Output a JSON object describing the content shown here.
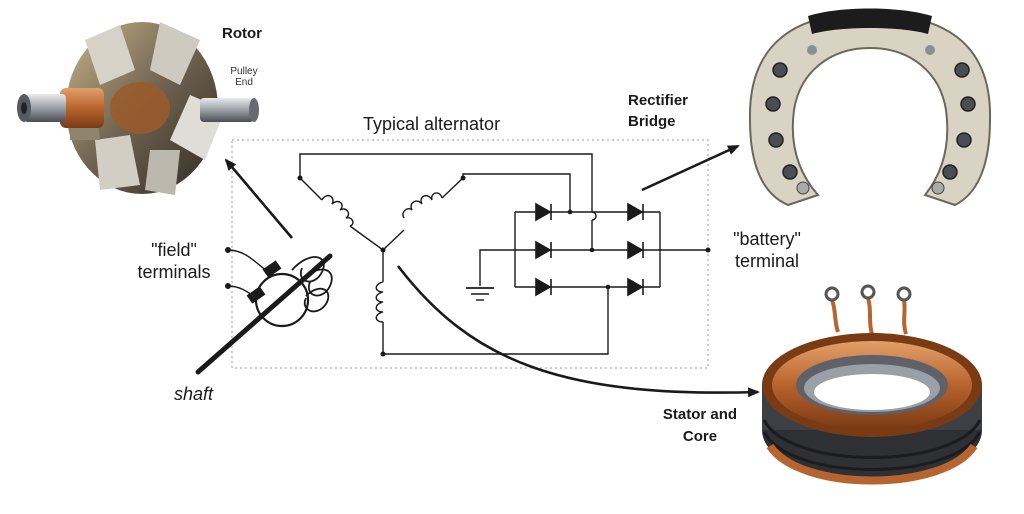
{
  "labels": {
    "rotor": "Rotor",
    "pulley_end": "Pulley End",
    "rectifier_line1": "Rectifier",
    "rectifier_line2": "Bridge",
    "typical_alternator": "Typical alternator",
    "field_line1": "\"field\"",
    "field_line2": "terminals",
    "battery_line1": "\"battery\"",
    "battery_line2": "terminal",
    "shaft": "shaft",
    "stator_line1": "Stator and",
    "stator_line2": "Core"
  },
  "colors": {
    "ink": "#1a1a1a",
    "copper": "#b8642e",
    "steel": "#8a8f96",
    "dark_steel": "#3c3f44",
    "rectifier_plate": "#d9d3c4"
  }
}
